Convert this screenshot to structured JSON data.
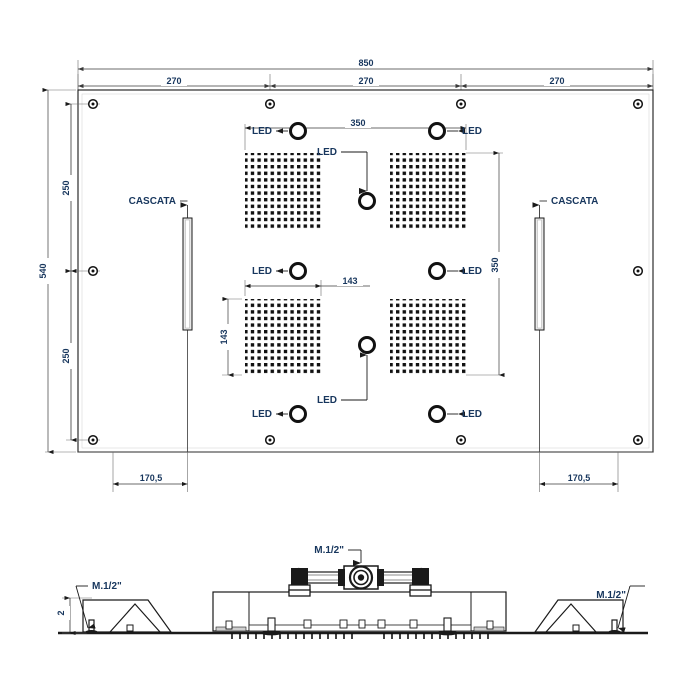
{
  "drawing": {
    "title": "Shower head technical drawing",
    "units": "mm",
    "colors": {
      "line": "#1a1a1a",
      "text": "#17365d",
      "dim": "#4a4a4a",
      "fill": "#ffffff",
      "grey": "#d9d9d9"
    }
  },
  "top_view": {
    "outer": {
      "width_label": "850",
      "height_label": "540"
    },
    "top_dims": [
      "270",
      "270",
      "270"
    ],
    "left_dims": [
      "250",
      "250"
    ],
    "overall_width": "850",
    "overall_height": "540",
    "bottom_dims": [
      "170,5",
      "170,5"
    ],
    "nozzle_block_dims": {
      "outer_width": "350",
      "outer_height": "350",
      "inner_width": "143",
      "inner_height": "143"
    },
    "led_labels": [
      "LED",
      "LED",
      "LED",
      "LED",
      "LED",
      "LED",
      "LED",
      "LED"
    ],
    "cascata_labels": [
      "CASCATA",
      "CASCATA"
    ],
    "grid": {
      "cols": 11,
      "rows": 11,
      "blocks": 4
    }
  },
  "section_view": {
    "thickness_label": "2",
    "thread_labels": [
      "M.1/2\"",
      "M.1/2\"",
      "M.1/2\""
    ]
  }
}
